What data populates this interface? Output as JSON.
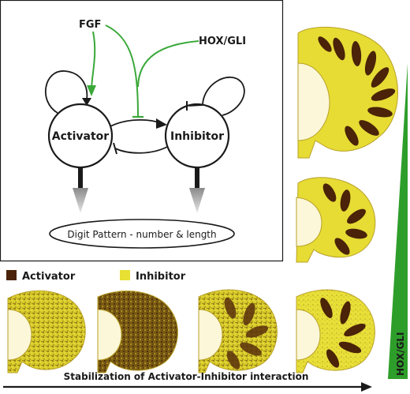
{
  "network": {
    "fgf_label": "FGF",
    "hox_gli_label": "HOX/GLI",
    "activator_label": "Activator",
    "inhibitor_label": "Inhibitor",
    "output_label": "Digit Pattern - number & length"
  },
  "legend": {
    "activator_label": "Activator",
    "activator_color": "#4a2308",
    "inhibitor_label": "Inhibitor",
    "inhibitor_color": "#e8e032"
  },
  "gradient": {
    "label": "HOX/GLI",
    "color": "#2e9e2a"
  },
  "arrow": {
    "label": "Stabilization of Activator-Inhibitor interaction"
  },
  "colors": {
    "regulation_green": "#3aa839",
    "bone": "#fbf7d8",
    "tissue_yellow": "#e9e13a",
    "digit_brown": "#4a2308"
  }
}
